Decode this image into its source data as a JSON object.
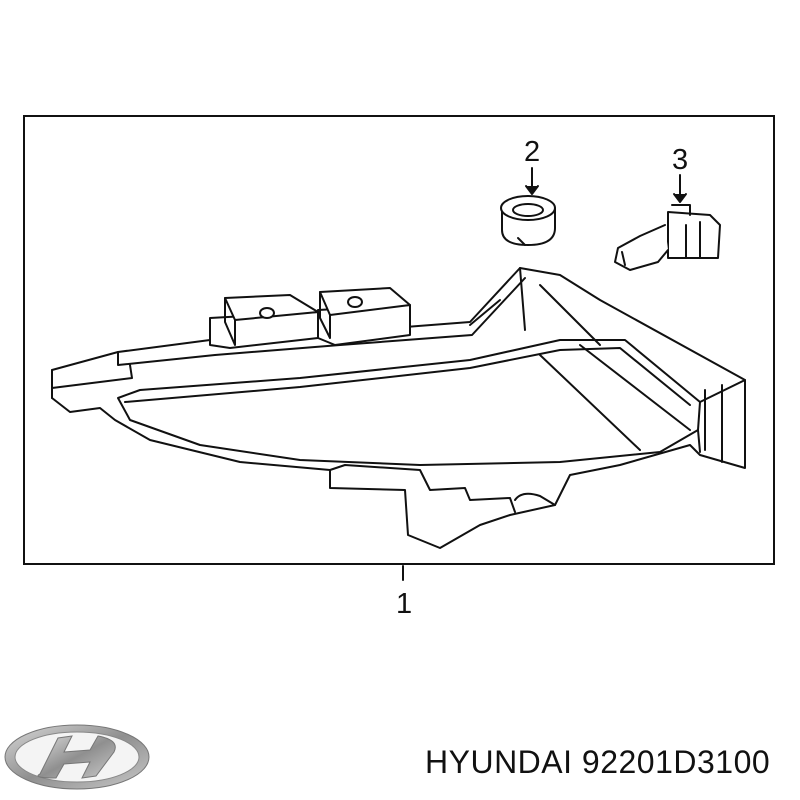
{
  "callouts": {
    "assembly": "1",
    "socket": "2",
    "bulb": "3"
  },
  "caption": {
    "brand": "HYUNDAI",
    "part_number": "92201D3100"
  },
  "logo": {
    "icon": "hyundai-logo-icon",
    "color": "#9a9a9a"
  },
  "line_color": "#111111"
}
